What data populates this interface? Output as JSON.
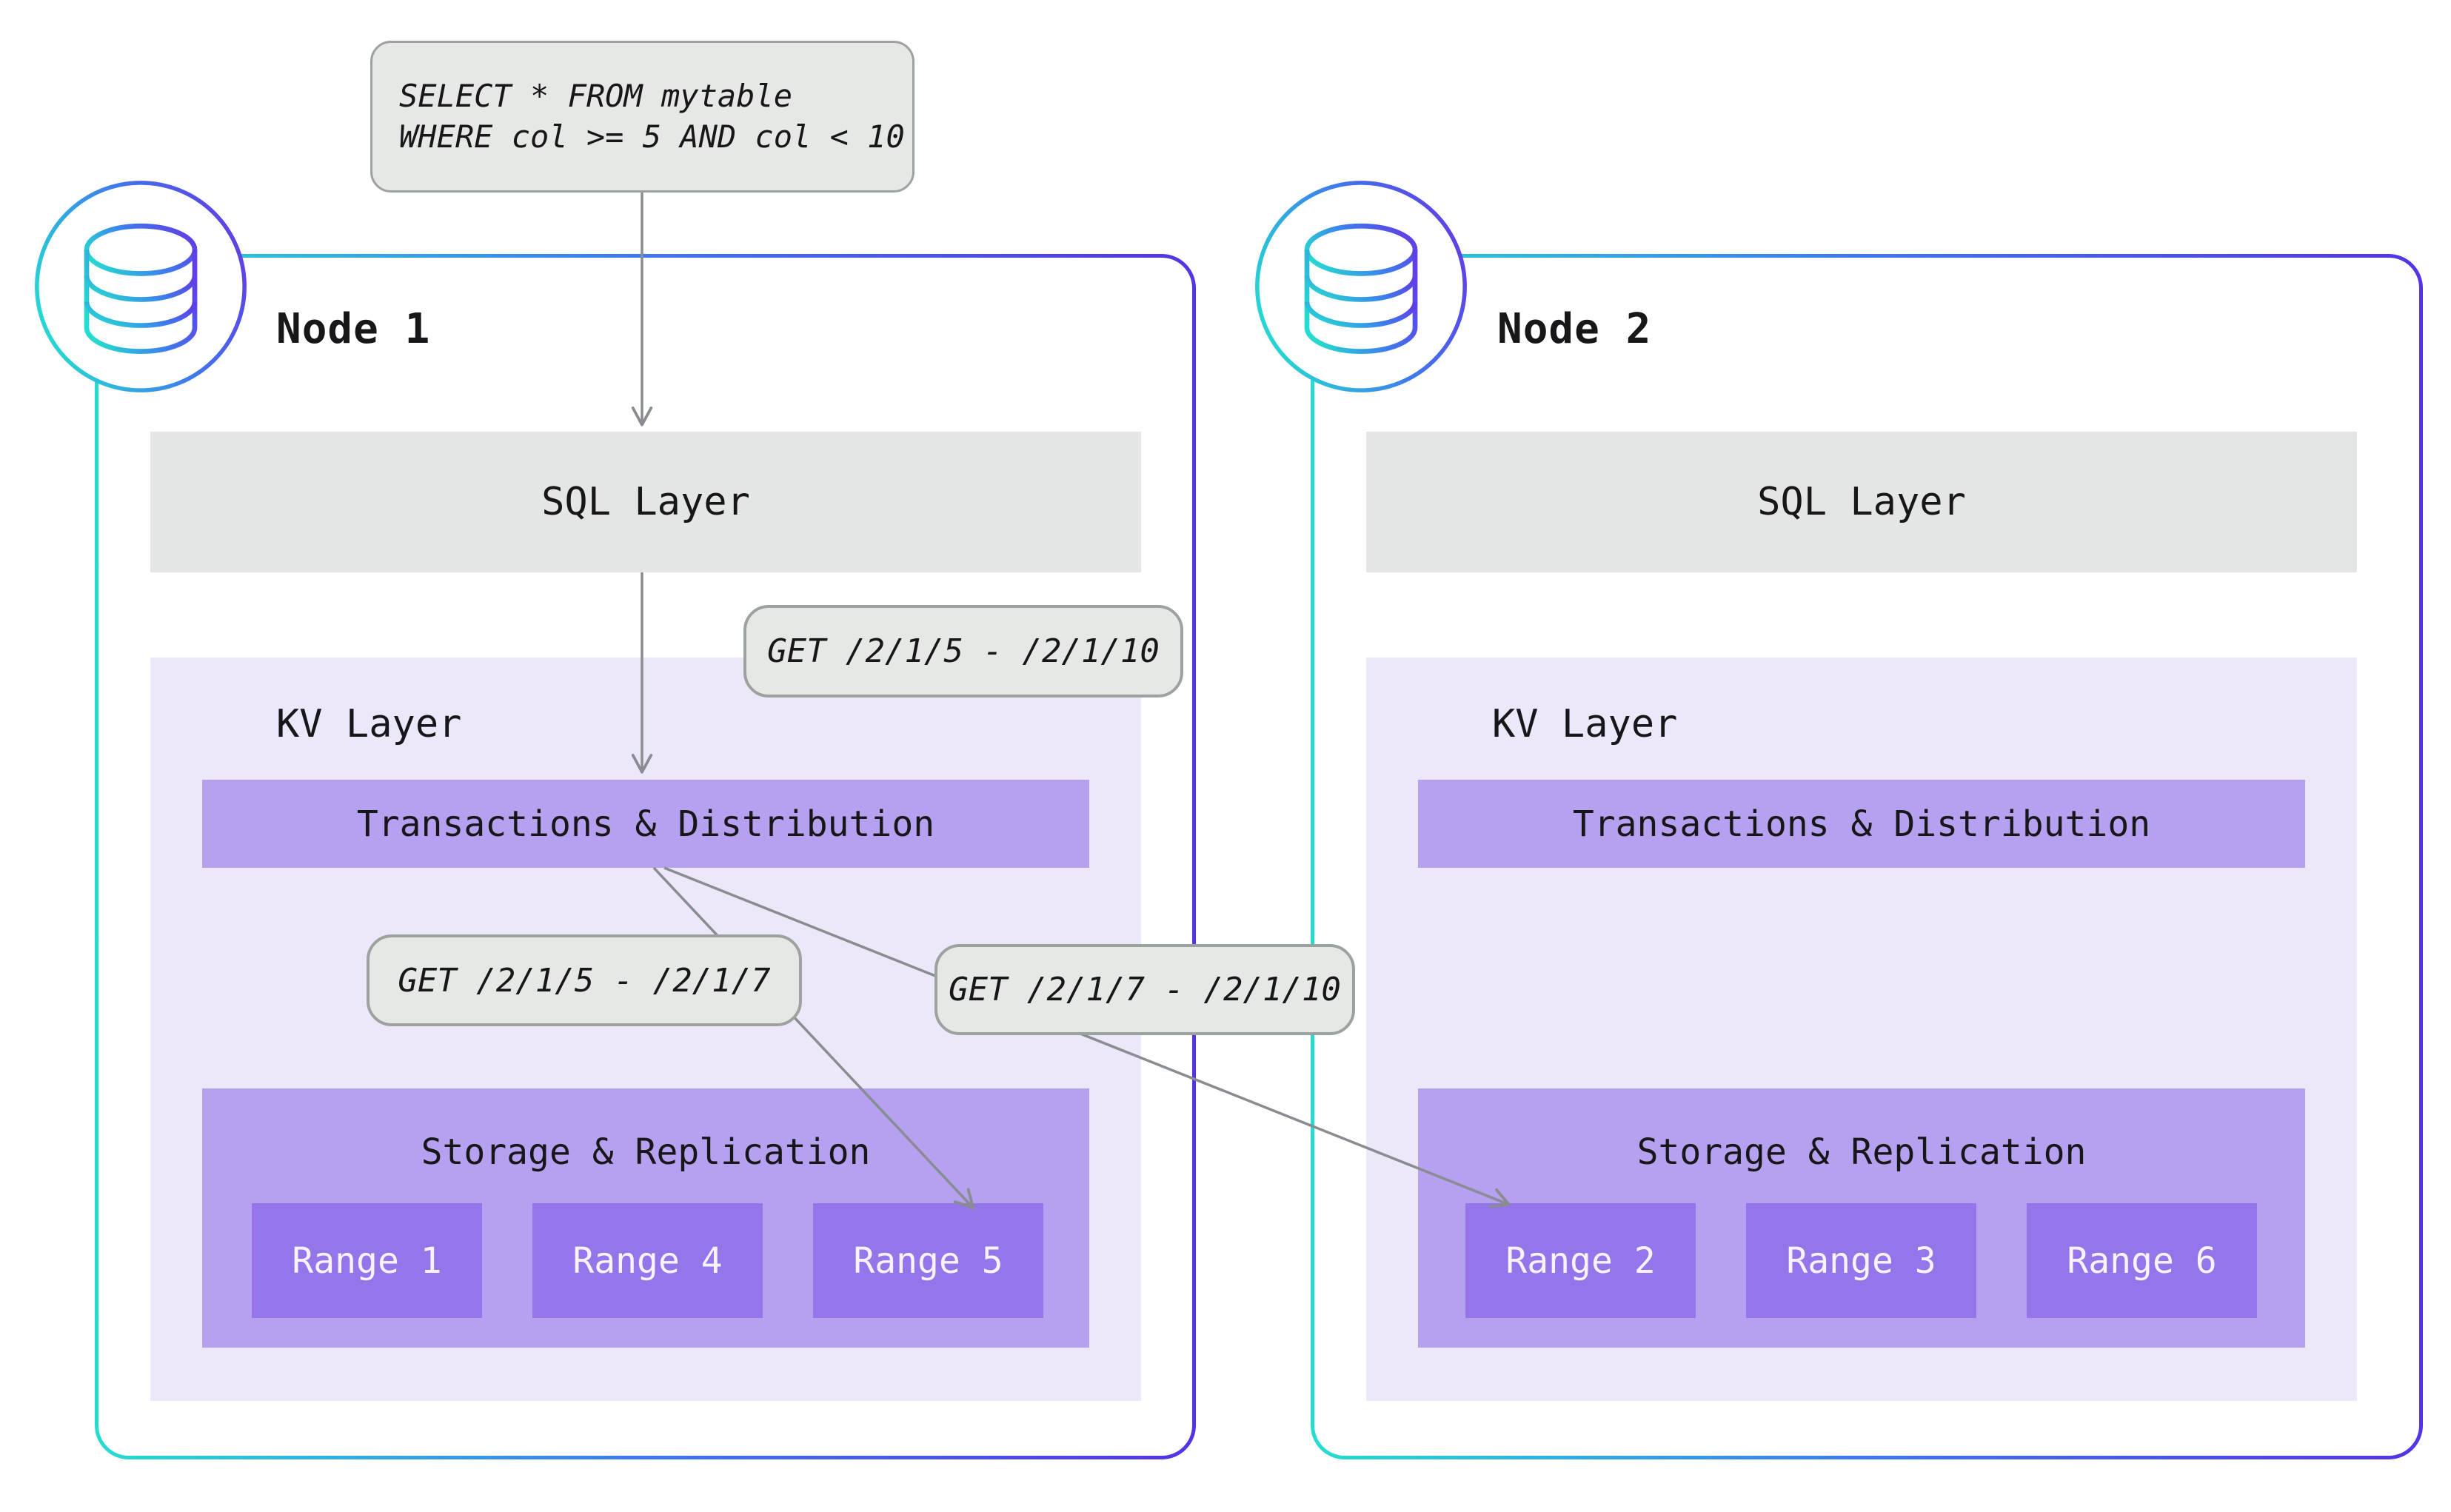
{
  "query_box": {
    "lines": [
      "SELECT * FROM mytable",
      "WHERE col >= 5 AND col < 10"
    ]
  },
  "request_labels": {
    "full_range": "GET /2/1/5 - /2/1/10",
    "left_split": "GET /2/1/5 - /2/1/7",
    "right_split": "GET /2/1/7 - /2/1/10"
  },
  "nodes": [
    {
      "title": "Node 1",
      "sql_layer": "SQL Layer",
      "kv_layer": "KV Layer",
      "transactions": "Transactions & Distribution",
      "storage": "Storage & Replication",
      "ranges": [
        "Range 1",
        "Range 4",
        "Range 5"
      ]
    },
    {
      "title": "Node 2",
      "sql_layer": "SQL Layer",
      "kv_layer": "KV Layer",
      "transactions": "Transactions & Distribution",
      "storage": "Storage & Replication",
      "ranges": [
        "Range 2",
        "Range 3",
        "Range 6"
      ]
    }
  ],
  "colors": {
    "node_border_start": "#25dcd1",
    "node_border_mid": "#3e7bee",
    "node_border_end": "#5433e4",
    "sql_layer_bg": "#e4e6e5",
    "kv_layer_bg": "#ece8fa",
    "transactions_bg": "#b5a1ef",
    "storage_bg": "#b5a1ef",
    "range_bg": "#9576ea",
    "range_text": "#f6f3fc",
    "label_box_bg": "#e6e8e5",
    "label_box_border": "#9ca29f",
    "arrow": "#898c91",
    "text": "#17171a"
  }
}
